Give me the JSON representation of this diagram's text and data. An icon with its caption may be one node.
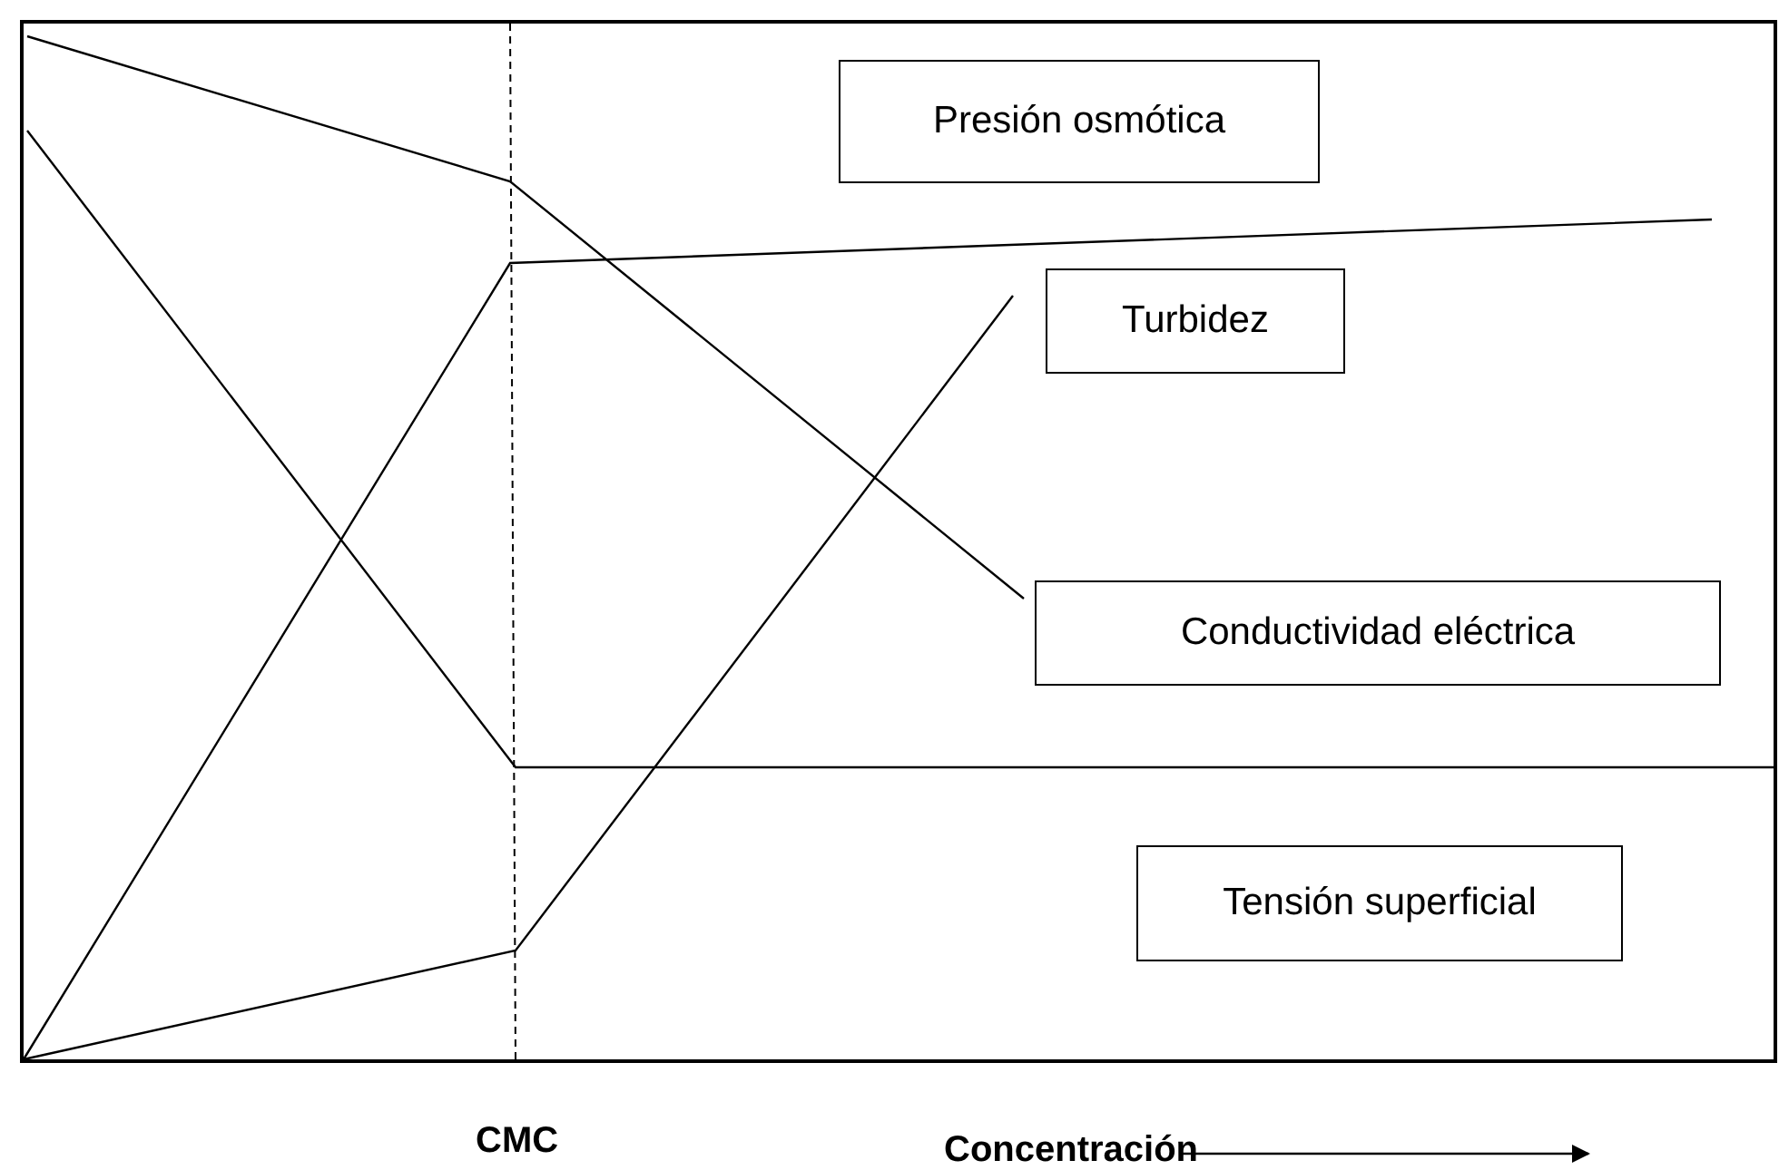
{
  "diagram": {
    "nodes": [
      {
        "text": [
          "Presión osmótica"
        ]
      },
      {
        "text": [
          "Turbidez"
        ]
      },
      {
        "text": [
          "Conductividad eléctrica"
        ]
      },
      {
        "text": [
          "Tensión superficial"
        ]
      }
    ],
    "labels": [
      "CMC",
      "Concentración"
    ]
  }
}
